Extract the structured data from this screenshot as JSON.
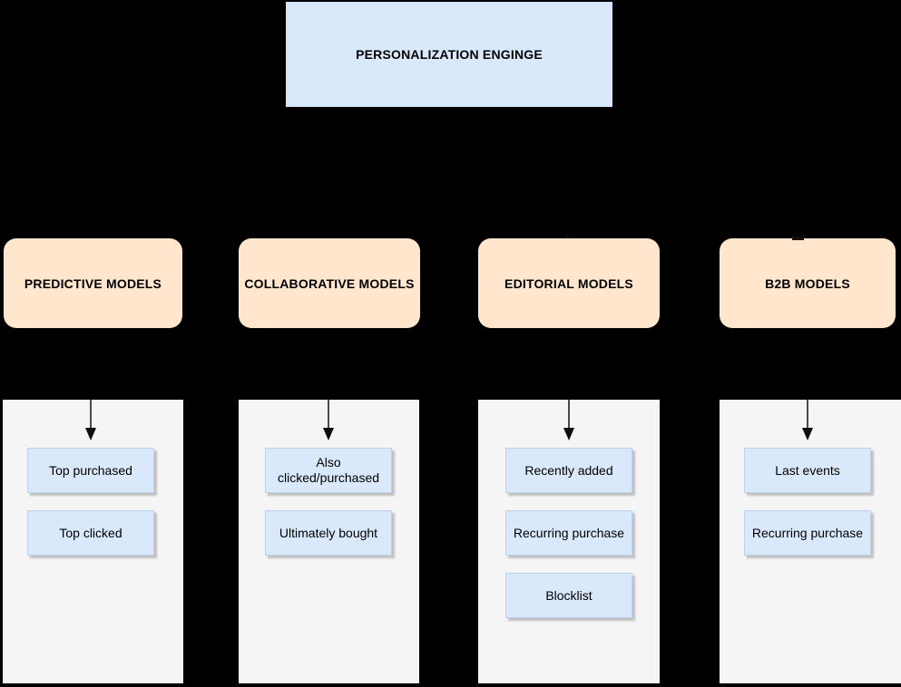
{
  "colors": {
    "background": "#000000",
    "box_blue": "#dae8fc",
    "box_blue_border": "#bcd1ea",
    "top_border": "#d0e2f8",
    "peach": "#ffe6cc",
    "tray": "#f5f5f5",
    "arrow_line": "#4a4a4a",
    "arrow_head": "#0d0d0d",
    "text": "#000000"
  },
  "root": {
    "label": "PERSONALIZATION ENGINGE"
  },
  "columns": [
    {
      "header": "PREDICTIVE MODELS",
      "items": [
        {
          "label": "Top purchased"
        },
        {
          "label": "Top clicked"
        }
      ]
    },
    {
      "header": "COLLABORATIVE MODELS",
      "items": [
        {
          "label": "Also clicked/purchased"
        },
        {
          "label": "Ultimately bought"
        }
      ]
    },
    {
      "header": "EDITORIAL MODELS",
      "items": [
        {
          "label": "Recently added"
        },
        {
          "label": "Recurring purchase"
        },
        {
          "label": "Blocklist"
        }
      ]
    },
    {
      "header": "B2B MODELS",
      "items": [
        {
          "label": "Last events"
        },
        {
          "label": "Recurring purchase"
        }
      ]
    }
  ]
}
